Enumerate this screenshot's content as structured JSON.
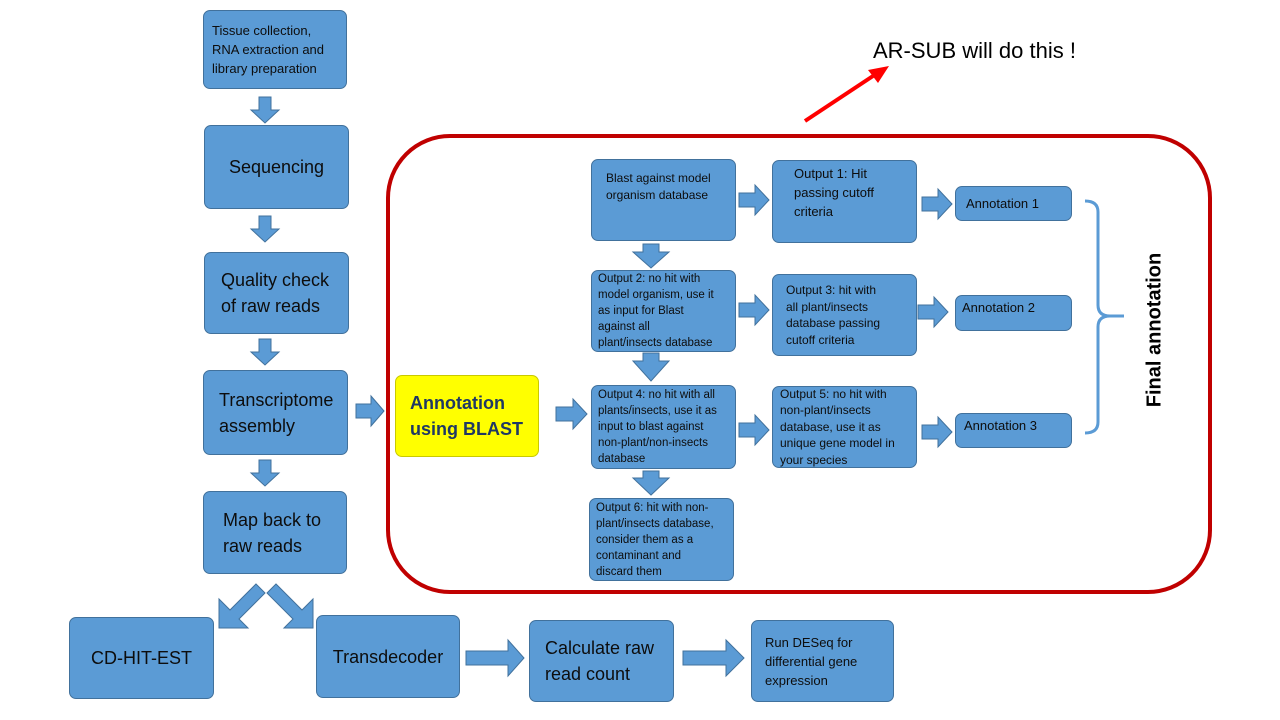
{
  "callout": {
    "text": "AR-SUB will do this !"
  },
  "side_label": {
    "text": "Final annotation"
  },
  "pipeline": {
    "tissue": "Tissue collection,\nRNA extraction and\nlibrary preparation",
    "sequencing": "Sequencing",
    "quality": "Quality check\nof raw reads",
    "assembly": "Transcriptome\nassembly",
    "mapback": "Map back to\nraw reads",
    "cdhit": "CD-HIT-EST",
    "transdecoder": "Transdecoder",
    "rawcount": "Calculate raw\nread count",
    "deseq": "Run DESeq for\ndifferential gene\nexpression"
  },
  "annotation": {
    "start": "Annotation\nusing BLAST",
    "blast_model": "Blast against model\norganism database",
    "output1": "Output 1: Hit\npassing cutoff\ncriteria",
    "output2": "Output 2: no hit with\nmodel organism, use it\nas input for Blast\nagainst all\nplant/insects database",
    "output3": "Output 3: hit with\nall plant/insects\ndatabase passing\ncutoff criteria",
    "output4": "Output 4: no hit with all\nplants/insects, use it as\ninput to blast against\nnon-plant/non-insects\ndatabase",
    "output5": "Output 5: no hit with\nnon-plant/insects\ndatabase, use it as\nunique gene model in\nyour species",
    "output6": "Output 6: hit with non-\nplant/insects database,\nconsider them as a\ncontaminant and\ndiscard them",
    "ann1": "Annotation  1",
    "ann2": "Annotation  2",
    "ann3": "Annotation  3"
  },
  "colors": {
    "box_fill": "#5b9bd5",
    "box_border": "#41719c",
    "highlight": "#ffff00",
    "frame": "#c00000",
    "pointer": "#ff0000"
  }
}
